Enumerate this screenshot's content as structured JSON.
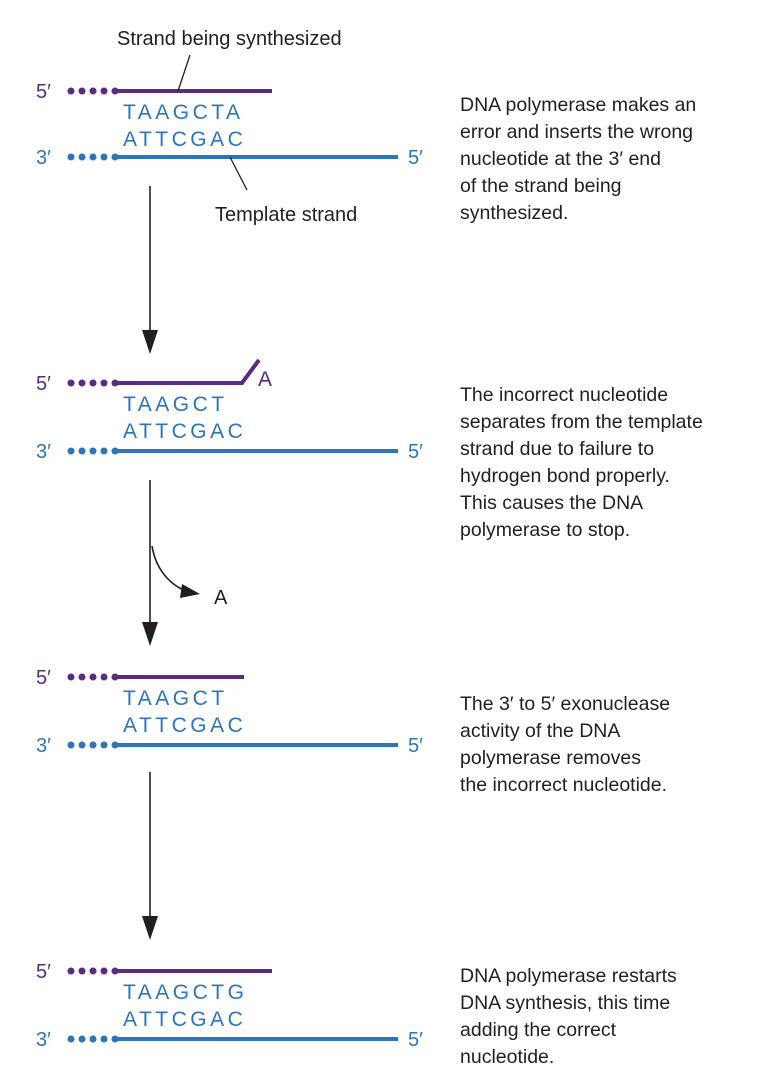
{
  "colors": {
    "synth": "#5b2c7e",
    "template": "#2e75b6",
    "text": "#231f20"
  },
  "labels": {
    "strand_being_synthesized": "Strand being synthesized",
    "template_strand": "Template strand",
    "five_prime": "5′",
    "three_prime": "3′",
    "removed_nucleotide": "A"
  },
  "steps": [
    {
      "synth_seq": "TAAGCTA",
      "template_seq": "ATTCGAC",
      "mismatch": "",
      "description": "DNA polymerase makes an\nerror and inserts the wrong\nnucleotide at the 3′ end\nof the strand being\nsynthesized."
    },
    {
      "synth_seq": "TAAGCT",
      "template_seq": "ATTCGAC",
      "mismatch": "A",
      "description": "The incorrect nucleotide\nseparates from the template\nstrand due to failure to\nhydrogen bond properly.\nThis causes the DNA\npolymerase to stop."
    },
    {
      "synth_seq": "TAAGCT",
      "template_seq": "ATTCGAC",
      "mismatch": "",
      "description": "The 3′ to 5′ exonuclease\nactivity of the DNA\npolymerase removes\nthe incorrect nucleotide."
    },
    {
      "synth_seq": "TAAGCTG",
      "template_seq": "ATTCGAC",
      "mismatch": "",
      "description": "DNA polymerase restarts\nDNA synthesis, this time\nadding the correct\nnucleotide."
    }
  ]
}
